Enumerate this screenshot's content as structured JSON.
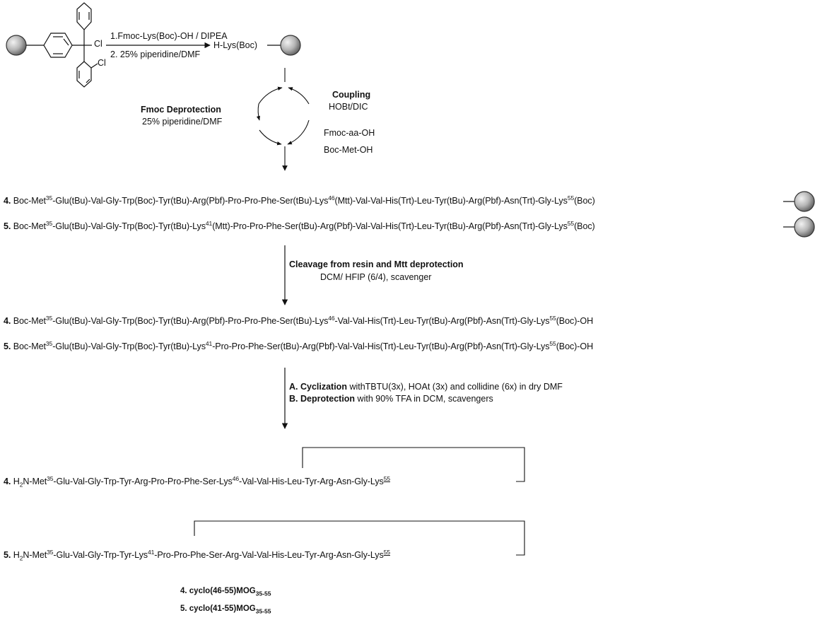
{
  "step1": {
    "reagent1": "1.Fmoc-Lys(Boc)-OH / DIPEA",
    "reagent2": "2. 25% piperidine/DMF",
    "product": "H-Lys(Boc)",
    "cl_labels": [
      "Cl",
      "Cl"
    ]
  },
  "cycle": {
    "left_title": "Fmoc Deprotection",
    "left_reagent": "25% piperidine/DMF",
    "right_title": "Coupling",
    "right_reagent": "HOBt/DIC",
    "aa1": "Fmoc-aa-OH",
    "aa2": "Boc-Met-OH"
  },
  "resin_sequences": [
    {
      "num": "4.",
      "segments": [
        "Boc-Met",
        "35",
        "-Glu(tBu)-Val-Gly-Trp(Boc)-Tyr(tBu)-Arg(Pbf)-Pro-Pro-Phe-Ser(tBu)-Lys",
        "46",
        "(Mtt)-Val-Val-His(Trt)-Leu-Tyr(tBu)-Arg(Pbf)-Asn(Trt)-Gly-Lys",
        "55",
        "(Boc)"
      ]
    },
    {
      "num": "5.",
      "segments": [
        "Boc-Met",
        "35",
        "-Glu(tBu)-Val-Gly-Trp(Boc)-Tyr(tBu)-Lys",
        "41",
        "(Mtt)-Pro-Pro-Phe-Ser(tBu)-Arg(Pbf)-Val-Val-His(Trt)-Leu-Tyr(tBu)-Arg(Pbf)-Asn(Trt)-Gly-Lys",
        "55",
        "(Boc)"
      ]
    }
  ],
  "cleavage": {
    "title": "Cleavage from resin and Mtt deprotection",
    "conditions": "DCM/ HFIP (6/4), scavenger"
  },
  "free_sequences": [
    {
      "num": "4.",
      "segments": [
        "Boc-Met",
        "35",
        "-Glu(tBu)-Val-Gly-Trp(Boc)-Tyr(tBu)-Arg(Pbf)-Pro-Pro-Phe-Ser(tBu)-Lys",
        "46",
        "-Val-Val-His(Trt)-Leu-Tyr(tBu)-Arg(Pbf)-Asn(Trt)-Gly-Lys",
        "55",
        "(Boc)-OH"
      ]
    },
    {
      "num": "5.",
      "segments": [
        "Boc-Met",
        "35",
        "-Glu(tBu)-Val-Gly-Trp(Boc)-Tyr(tBu)-Lys",
        "41",
        "-Pro-Pro-Phe-Ser(tBu)-Arg(Pbf)-Val-Val-His(Trt)-Leu-Tyr(tBu)-Arg(Pbf)-Asn(Trt)-Gly-Lys",
        "55",
        "(Boc)-OH"
      ]
    }
  ],
  "cyclization": {
    "a_label": "A. Cyclization",
    "a_text": " withTBTU(3x), HOAt (3x) and collidine (6x) in dry DMF",
    "b_label": "B. Deprotection",
    "b_text": " with 90% TFA in DCM, scavengers"
  },
  "cyclic_sequences": [
    {
      "num": "4.",
      "h2n": [
        "H",
        "2",
        "N-Met"
      ],
      "segments": [
        "35",
        "-Glu-Val-Gly-Trp-Tyr-Arg-Pro-Pro-Phe-Ser-Lys",
        "46",
        "-Val-Val-His-Leu-Tyr-Arg-Asn-Gly-Lys",
        "55"
      ]
    },
    {
      "num": "5.",
      "h2n": [
        "H",
        "2",
        "N-Met"
      ],
      "segments": [
        "35",
        "-Glu-Val-Gly-Trp-Tyr-Lys",
        "41",
        "-Pro-Pro-Phe-Ser-Arg-Val-Val-His-Leu-Tyr-Arg-Asn-Gly-Lys",
        "55"
      ]
    }
  ],
  "final_names": [
    {
      "label": "4. cyclo(46-55)MOG",
      "sub": "35-55"
    },
    {
      "label": "5. cyclo(41-55)MOG",
      "sub": "35-55"
    }
  ]
}
